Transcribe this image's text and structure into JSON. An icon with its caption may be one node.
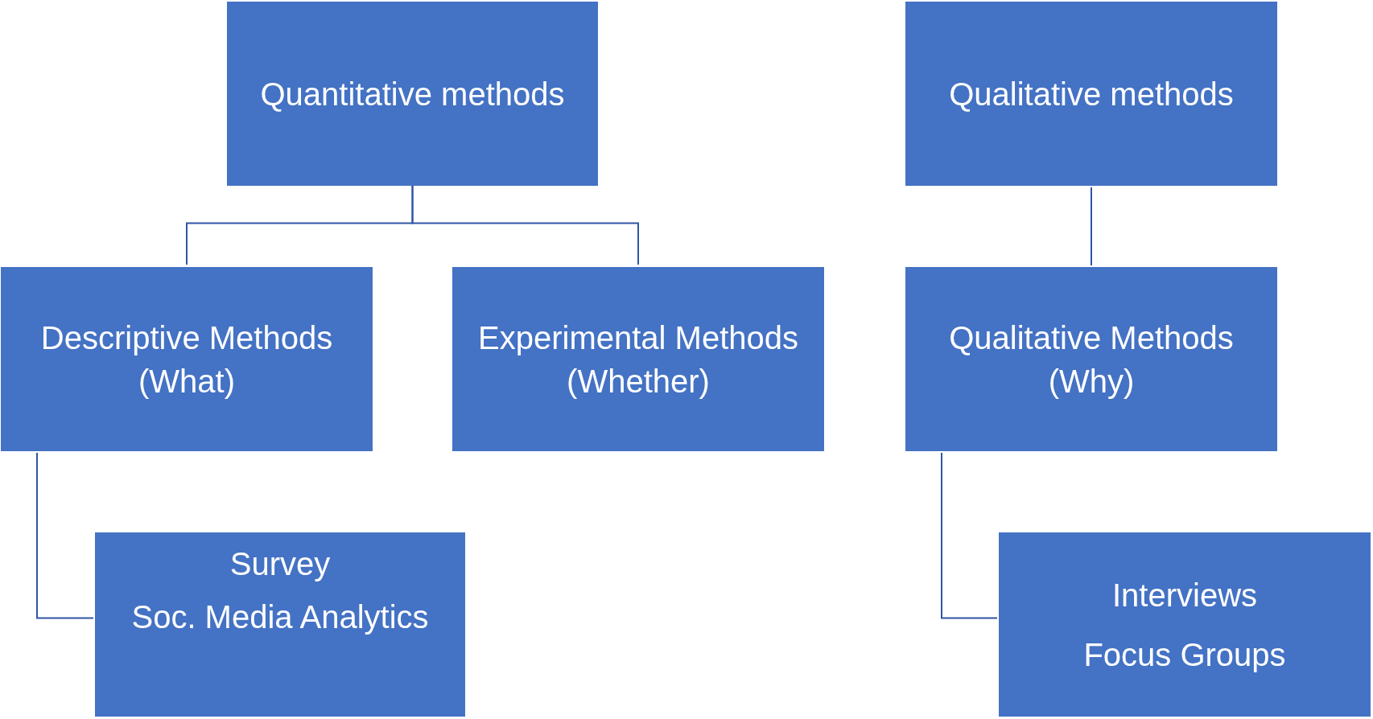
{
  "diagram": {
    "nodes": [
      {
        "text": [
          "Quantitative methods"
        ]
      },
      {
        "text": [
          "Qualitative methods"
        ]
      },
      {
        "text": [
          "Descriptive Methods (What)"
        ]
      },
      {
        "text": [
          "Experimental Methods (Whether)"
        ]
      },
      {
        "text": [
          "Qualitative Methods (Why)"
        ]
      },
      {
        "text": [
          "Survey",
          "Soc. Media Analytics"
        ]
      },
      {
        "text": [
          "Interviews",
          "Focus Groups"
        ]
      }
    ],
    "edges": [
      {
        "from": 0,
        "to": 2,
        "arrow": "none"
      },
      {
        "from": 0,
        "to": 3,
        "arrow": "none"
      },
      {
        "from": 1,
        "to": 4,
        "arrow": "none"
      },
      {
        "from": 2,
        "to": 5,
        "arrow": "none"
      },
      {
        "from": 4,
        "to": 6,
        "arrow": "none"
      }
    ]
  }
}
